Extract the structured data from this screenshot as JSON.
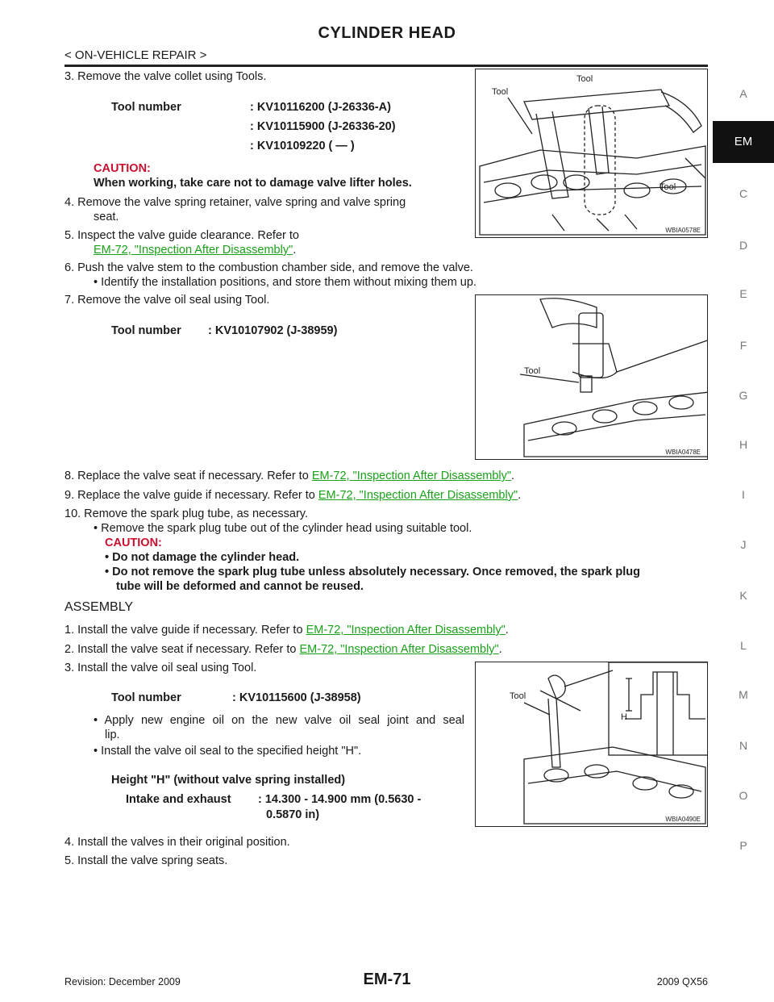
{
  "header": {
    "title": "CYLINDER HEAD",
    "subtitle": "< ON-VEHICLE REPAIR >"
  },
  "side_tabs": [
    "A",
    "EM",
    "C",
    "D",
    "E",
    "F",
    "G",
    "H",
    "I",
    "J",
    "K",
    "L",
    "M",
    "N",
    "O",
    "P"
  ],
  "disassembly": {
    "step3": "3.  Remove the valve collet using Tools.",
    "tool_table1": {
      "label": "Tool number",
      "values": [
        ": KV10116200 (J-26336-A)",
        ": KV10115900 (J-26336-20)",
        ": KV10109220 (    —    )"
      ]
    },
    "caution_label": "CAUTION:",
    "caution_text": "When working, take care not to damage valve lifter holes.",
    "step4_l1": "4.  Remove the valve spring retainer, valve spring and valve spring",
    "step4_l2": "seat.",
    "step5_l1": "5.  Inspect the valve guide clearance. Refer to",
    "step5_link": "EM-72, \"Inspection After Disassembly\"",
    "step6": "6.  Push the valve stem to the combustion chamber side, and remove the valve.",
    "step6_bullet": "•  Identify the installation positions, and store them without mixing them up.",
    "step7": "7.  Remove the valve oil seal using Tool.",
    "tool_table2": {
      "label": "Tool number",
      "value": ": KV10107902 (J-38959)"
    },
    "step8_pre": "8.  Replace the valve seat if necessary. Refer to ",
    "step8_link": "EM-72, \"Inspection After Disassembly\"",
    "step9_pre": "9.  Replace the valve guide if necessary. Refer to ",
    "step9_link": "EM-72, \"Inspection After Disassembly\"",
    "step10": "10.  Remove the spark plug tube, as necessary.",
    "step10_bullet": "•  Remove the spark plug tube out of the cylinder head using suitable tool.",
    "caution2_label": "CAUTION:",
    "caution2_b1": "•  Do not damage the cylinder head.",
    "caution2_b2_l1": "•  Do not remove the spark plug tube unless absolutely necessary. Once removed, the spark plug",
    "caution2_b2_l2": "tube will be deformed and cannot be reused."
  },
  "assembly": {
    "heading": "ASSEMBLY",
    "step1_pre": "1.  Install the valve guide if necessary. Refer to ",
    "step1_link": "EM-72, \"Inspection After Disassembly\"",
    "step2_pre": "2.  Install the valve seat if necessary. Refer to ",
    "step2_link": "EM-72, \"Inspection After Disassembly\"",
    "step3": "3.  Install the valve oil seal using Tool.",
    "tool_table3": {
      "label": "Tool number",
      "value": ": KV10115600 (J-38958)"
    },
    "bullet1_l1": "•  Apply new engine oil on the new valve oil seal joint and seal",
    "bullet1_l2": "lip.",
    "bullet2": "•  Install the valve oil seal to the specified height \"H\".",
    "height_title": "Height \"H\" (without valve spring installed)",
    "height_label": "Intake and exhaust",
    "height_value_l1": ": 14.300 - 14.900 mm (0.5630 -",
    "height_value_l2": "0.5870 in)",
    "step4": "4.  Install the valves in their original position.",
    "step5": "5.  Install the valve spring seats."
  },
  "figures": {
    "fig1": {
      "code": "WBIA0578E",
      "labels": [
        "Tool",
        "Tool",
        "Tool"
      ]
    },
    "fig2": {
      "code": "WBIA0478E",
      "labels": [
        "Tool"
      ]
    },
    "fig3": {
      "code": "WBIA0490E",
      "labels": [
        "Tool",
        "H"
      ]
    }
  },
  "footer": {
    "revision": "Revision: December 2009",
    "page": "EM-71",
    "model": "2009 QX56"
  },
  "colors": {
    "caution": "#c8102e",
    "link": "#1aa11a",
    "active_tab": "#111111"
  }
}
